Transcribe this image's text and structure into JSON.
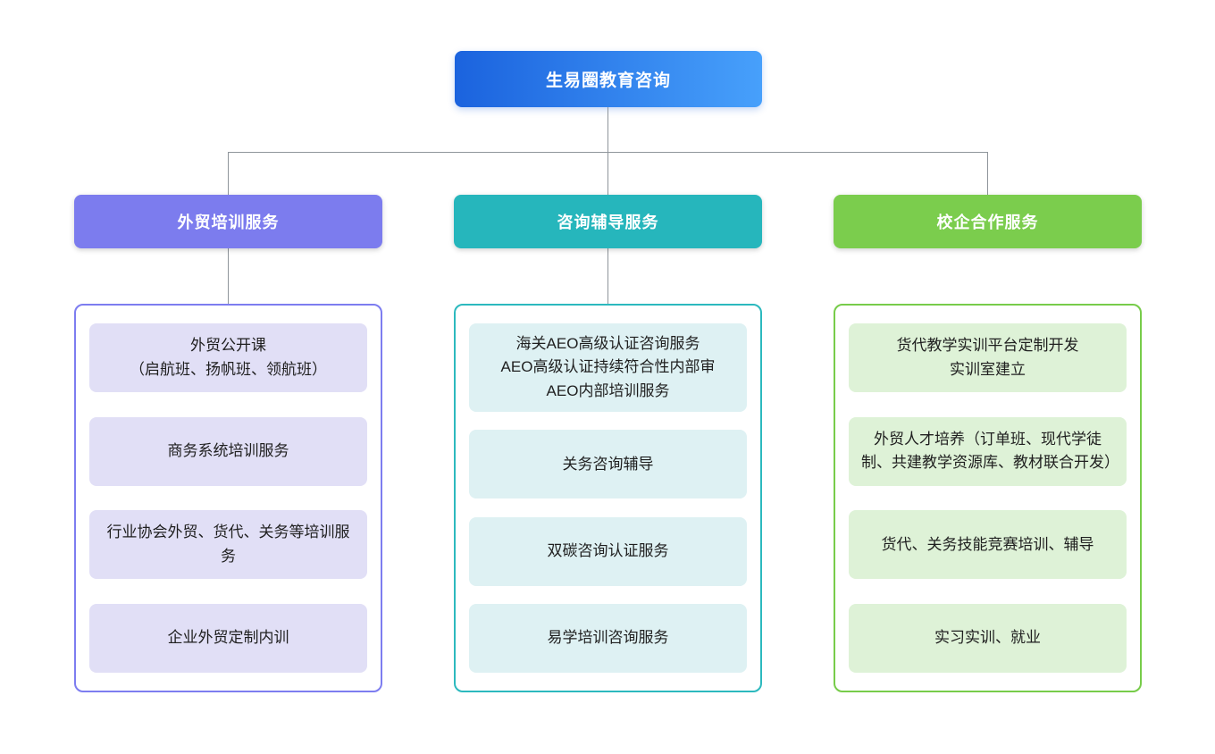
{
  "root": {
    "label": "生易圈教育咨询",
    "gradient_from": "#1b63de",
    "gradient_to": "#47a0fb",
    "text_color": "#ffffff"
  },
  "connectors": {
    "color": "#8f959b"
  },
  "branches": [
    {
      "label": "外贸培训服务",
      "colors": {
        "header_bg": "#7c7cee",
        "container_border": "#7d7df0",
        "item_bg": "#e1dff6"
      },
      "items": [
        "外贸公开课\n（启航班、扬帆班、领航班）",
        "商务系统培训服务",
        "行业协会外贸、货代、关务等培训服务",
        "企业外贸定制内训"
      ]
    },
    {
      "label": "咨询辅导服务",
      "colors": {
        "header_bg": "#26b6bc",
        "container_border": "#2cb9be",
        "item_bg": "#def1f3"
      },
      "items": [
        "海关AEO高级认证咨询服务\nAEO高级认证持续符合性内部审\nAEO内部培训服务",
        "关务咨询辅导",
        "双碳咨询认证服务",
        "易学培训咨询服务"
      ]
    },
    {
      "label": "校企合作服务",
      "colors": {
        "header_bg": "#7bcd4d",
        "container_border": "#77cc4a",
        "item_bg": "#def2d7"
      },
      "items": [
        "货代教学实训平台定制开发\n实训室建立",
        "外贸人才培养（订单班、现代学徒制、共建教学资源库、教材联合开发）",
        "货代、关务技能竞赛培训、辅导",
        "实习实训、就业"
      ]
    }
  ]
}
